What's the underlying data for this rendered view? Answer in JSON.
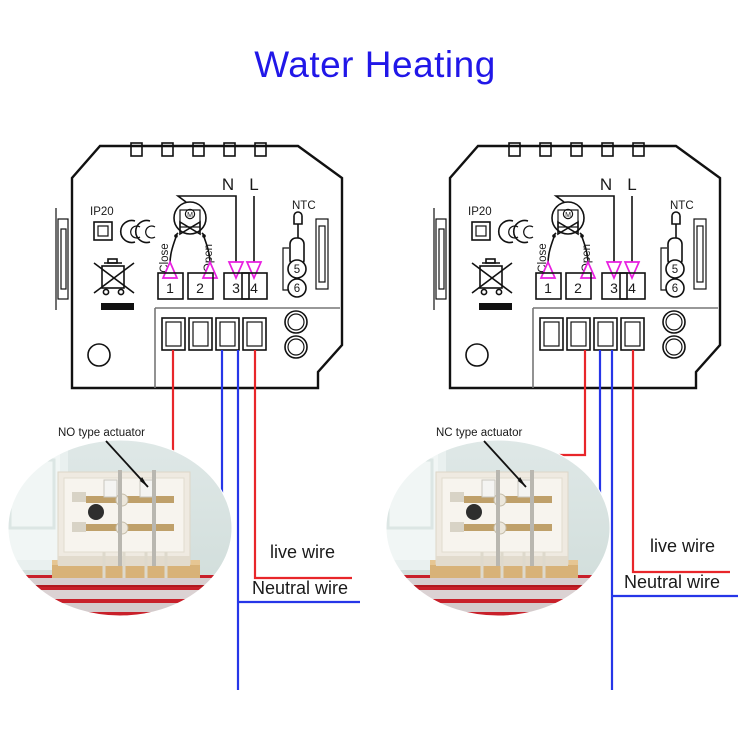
{
  "page": {
    "title": "Water Heating",
    "title_color": "#2117e8",
    "background": "#ffffff"
  },
  "colors": {
    "live_wire": "#e8262a",
    "neutral_wire": "#2636e8",
    "terminal_arrow": "#e81ee0",
    "outline": "#111111"
  },
  "diagrams": [
    {
      "id": "left",
      "actuator_caption": "NO type actuator",
      "marks": {
        "ip_rating": "IP20",
        "ce": "CE",
        "weee": "crossed-out-wheelie-bin"
      },
      "valve": {
        "symbol": "M",
        "close_label": "Close",
        "open_label": "Open"
      },
      "supply": {
        "neutral_label": "N",
        "live_label": "L"
      },
      "sensor": {
        "label": "NTC",
        "terminals": [
          "5",
          "6"
        ]
      },
      "terminals": [
        "1",
        "2",
        "3",
        "4"
      ],
      "wire_labels": {
        "live": "live wire",
        "neutral": "Neutral wire"
      },
      "wire_origins": {
        "to_actuator_live": "1",
        "to_actuator_neutral": "3",
        "supply_neutral": "3",
        "supply_live": "4"
      }
    },
    {
      "id": "right",
      "actuator_caption": "NC type actuator",
      "marks": {
        "ip_rating": "IP20",
        "ce": "CE",
        "weee": "crossed-out-wheelie-bin"
      },
      "valve": {
        "symbol": "M",
        "close_label": "Close",
        "open_label": "Open"
      },
      "supply": {
        "neutral_label": "N",
        "live_label": "L"
      },
      "sensor": {
        "label": "NTC",
        "terminals": [
          "5",
          "6"
        ]
      },
      "terminals": [
        "1",
        "2",
        "3",
        "4"
      ],
      "wire_labels": {
        "live": "live wire",
        "neutral": "Neutral wire"
      },
      "wire_origins": {
        "to_actuator_live": "2",
        "to_actuator_neutral": "3",
        "supply_neutral": "3",
        "supply_live": "4"
      }
    }
  ]
}
